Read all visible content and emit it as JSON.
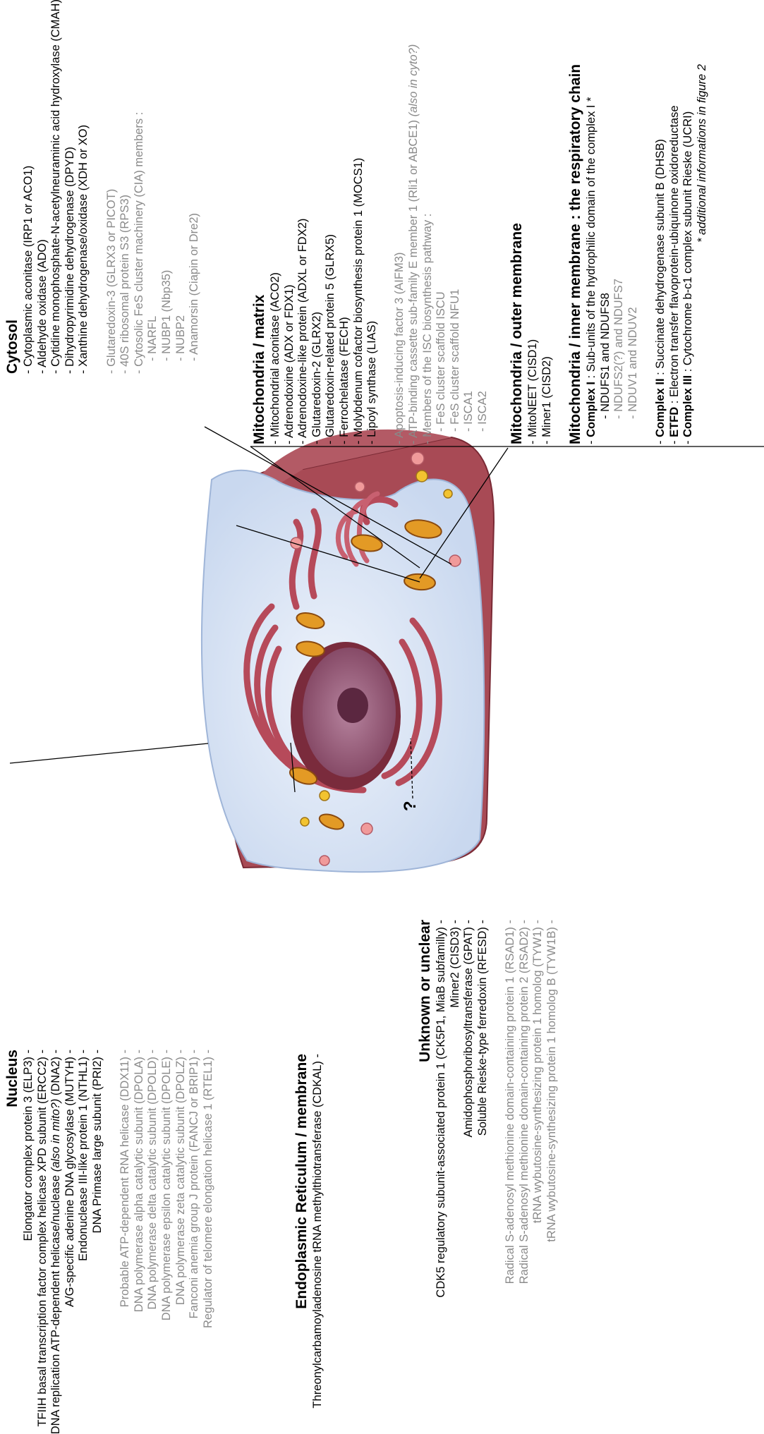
{
  "nucleus": {
    "title": "Nucleus",
    "items": [
      "Elongator complex protein 3 (ELP3) -",
      "TFIIH basal transcription factor complex helicase XPD subunit (ERCC2) -",
      "A/G-specific adenine DNA glycosylase (MUTYH) -",
      "Endonuclease III-like protein 1 (NTHL1) -",
      "DNA Primase large subunit (PRI2) -"
    ],
    "dna2": {
      "pre": "DNA replication ATP-dependent helicase/nuclease ",
      "italic": "(also in mito?)",
      "post": " (DNA2) -"
    },
    "items_grey": [
      "Probable ATP-dependent RNA helicase (DDX11) -",
      "DNA polymerase alpha catalytic subunit (DPOLA) -",
      "DNA polymerase delta catalytic subunit (DPOLD) -",
      "DNA polymerase epsilon catalytic subunit (DPOLE) -",
      "DNA polymerase zeta catalytic subunit (DPOLZ) -",
      "Fanconi anemia group J protein (FANCJ or BRIP1) -",
      "Regulator of telomere elongation helicase 1 (RTEL1) -"
    ]
  },
  "er": {
    "title": "Endoplasmic Reticulum / membrane",
    "items": [
      "Threonylcarbamoyladenosine tRNA methylthiotransferase (CDKAL) -"
    ]
  },
  "unknown": {
    "title": "Unknown or unclear",
    "question_mark": "?",
    "items": [
      "CDK5 regulatory subunit-associated protein 1 (CK5P1, MiaB subfamilly) -",
      "Miner2 (CISD3) -",
      "Amidophosphoribosyltransferase (GPAT) -",
      "Soluble Rieske-type ferredoxin (RFESD) -"
    ],
    "items_grey": [
      "Radical S-adenosyl methionine domain-containing protein 1 (RSAD1) -",
      "Radical S-adenosyl methionine domain-containing protein 2 (RSAD2) -",
      "tRNA wybutosine-synthesizing protein 1 homolog (TYW1) -",
      "tRNA wybutosine-synthesizing protein 1 homolog B (TYW1B) -"
    ]
  },
  "cytosol": {
    "title": "Cytosol",
    "items": [
      "- Cytoplasmic aconitase (IRP1 or ACO1)",
      "- Aldehyde oxidase (ADO)",
      "- Cytidine monophosphate-N-acetylneuraminic acid hydroxylase (CMAH)",
      "- Dihydropyrimidine dehydrogenase (DPYD)",
      "- Xanthine dehydrogenase/oxidase (XDH or XO)"
    ],
    "items_grey": [
      "- Glutaredoxin-3 (GLRX3 or PICOT)",
      "- 40S ribosomal protein S3 (RPS3)",
      "- Cytosolic FeS cluster machinery (CIA) members :"
    ],
    "cia_members": [
      "- NARFL",
      "- NUBP1 (Nbp35)",
      "- NUBP2",
      "- Anamorsin (Ciapin or Dre2)"
    ]
  },
  "mito_matrix": {
    "title": "Mitochondria / matrix",
    "items": [
      "- Mitochondrial aconitase (ACO2)",
      "- Adrenodoxine (ADX or FDX1)",
      "- Adrenodoxine-like protein (ADXL or FDX2)",
      "- Glutaredoxin-2 (GLRX2)",
      "- Glutaredoxin-related protein 5 (GLRX5)",
      "- Ferrochelatase (FECH)",
      "- Molybdenum cofactor biosynthesis protein 1 (MOCS1)",
      "- Lipoyl synthase (LIAS)"
    ],
    "items_grey": [
      "- Apoptosis-inducing factor 3 (AIFM3)"
    ],
    "abce1": {
      "pre": "- ATP-binding cassette sub-family E member 1 (Rli1 or ABCE1) ",
      "italic": "(also in cyto?)"
    },
    "isc_header": "- Members of the ISC biosynthesis pathway :",
    "isc_members": [
      "- FeS cluster scaffold ISCU",
      "- FeS cluster scaffold NFU1",
      "- ISCA1",
      "- ISCA2"
    ]
  },
  "mito_outer": {
    "title": "Mitochondria / outer membrane",
    "items": [
      "- MitoNEET (CISD1)",
      "- Miner1 (CISD2)"
    ]
  },
  "mito_inner": {
    "title": "Mitochondria / inner membrane : the respiratory chain",
    "complex1": {
      "label": "Complex I",
      "text": " : Sub-units of the hydrophilic domain of the complex I *"
    },
    "complex1_members": [
      "- NDUFS1 and NDUFS8"
    ],
    "complex1_members_grey": [
      "- NDUFS2(?) and NDUFS7",
      "- NDUV1 and NDUV2"
    ],
    "complex2": {
      "label": "Complex II",
      "text": " : Succinate dehydrogenase subunit B (DHSB)"
    },
    "etfd": {
      "label": "ETFD",
      "text": " : Electron transfer flavoprotein-ubiquinone oxidoreductase"
    },
    "complex3": {
      "label": "Complex III",
      "text": " : Cytochrome b-c1 complex subunit Rieske (UCRI)"
    },
    "footnote": "* additional informations in figure 2"
  },
  "colors": {
    "grey_text": "#8a8a8a",
    "cytoplasm": "#dbe6f6",
    "membrane": "#a84a55",
    "nucleus": "#9a5a75",
    "nucleolus": "#5b2740",
    "mitochondria": "#e39a25",
    "er": "#b64a5a"
  }
}
